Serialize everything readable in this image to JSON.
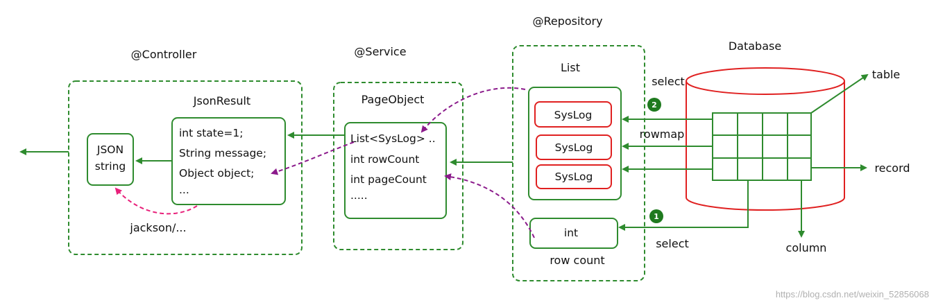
{
  "layers": {
    "controller": "@Controller",
    "service": "@Service",
    "repository": "@Repository",
    "database": "Database"
  },
  "json_string": [
    "JSON",
    "string"
  ],
  "json_result": {
    "title": "JsonResult",
    "fields": [
      "int state=1;",
      "String message;",
      "Object object;",
      "..."
    ]
  },
  "page_object": {
    "title": "PageObject",
    "fields": [
      "List<SysLog> ..",
      "int rowCount",
      "int pageCount",
      "....."
    ]
  },
  "repository": {
    "list_title": "List",
    "items": [
      "SysLog",
      "SysLog",
      "SysLog"
    ],
    "int_box": "int",
    "int_caption": "row count"
  },
  "labels": {
    "jackson": "jackson/...",
    "select_top": "select",
    "rowmap": "rowmap",
    "select_bottom": "select",
    "table": "table",
    "record": "record",
    "column": "column"
  },
  "badges": [
    "2",
    "1"
  ],
  "watermark": "https://blog.csdn.net/weixin_52856068",
  "colors": {
    "green": "#2e8b2e",
    "red": "#e02020",
    "purple": "#8b1a8b",
    "pink": "#e8207a",
    "dark_green": "#1f7a1f"
  }
}
